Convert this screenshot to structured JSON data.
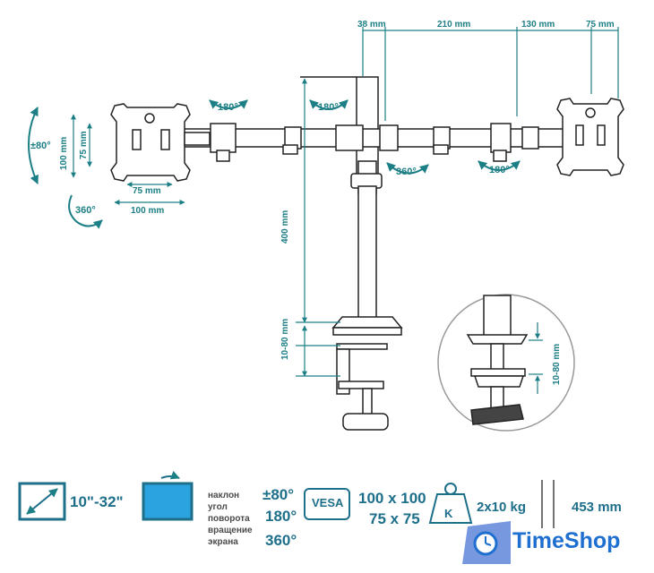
{
  "top_dims": [
    "38 mm",
    "210 mm",
    "130 mm",
    "75 mm"
  ],
  "vesa_left": {
    "h100": "100 mm",
    "h75": "75 mm",
    "w75": "75 mm",
    "w100": "100 mm"
  },
  "rotations": {
    "tilt": "±80°",
    "left_top": "180°",
    "center_top": "180°",
    "bottom_left": "360°",
    "bottom_right": "180°",
    "vesa_rotate": "360°"
  },
  "pole_dims": {
    "height": "400 mm",
    "clamp": "10-80 mm",
    "detail_clamp": "10-80 mm"
  },
  "specs": {
    "screen_size": "10\"-32\"",
    "tilt_label": "наклон",
    "angle_label": "угол",
    "rotation_label": "поворота",
    "rotate_label": "вращение",
    "screen_label": "экрана",
    "tilt_value": "±80°",
    "turn_value": "180°",
    "rotate_value": "360°",
    "vesa_badge": "VESA",
    "vesa_large": "100 x 100",
    "vesa_small": "75 x 75",
    "weight_badge": "K",
    "weight_value": "2x10 kg",
    "height_value": "453 mm"
  },
  "watermark": {
    "brand": "TimeShop"
  },
  "colors": {
    "accent": "#1d7f86",
    "line": "#222222",
    "watermark": "#1f6fd1"
  }
}
